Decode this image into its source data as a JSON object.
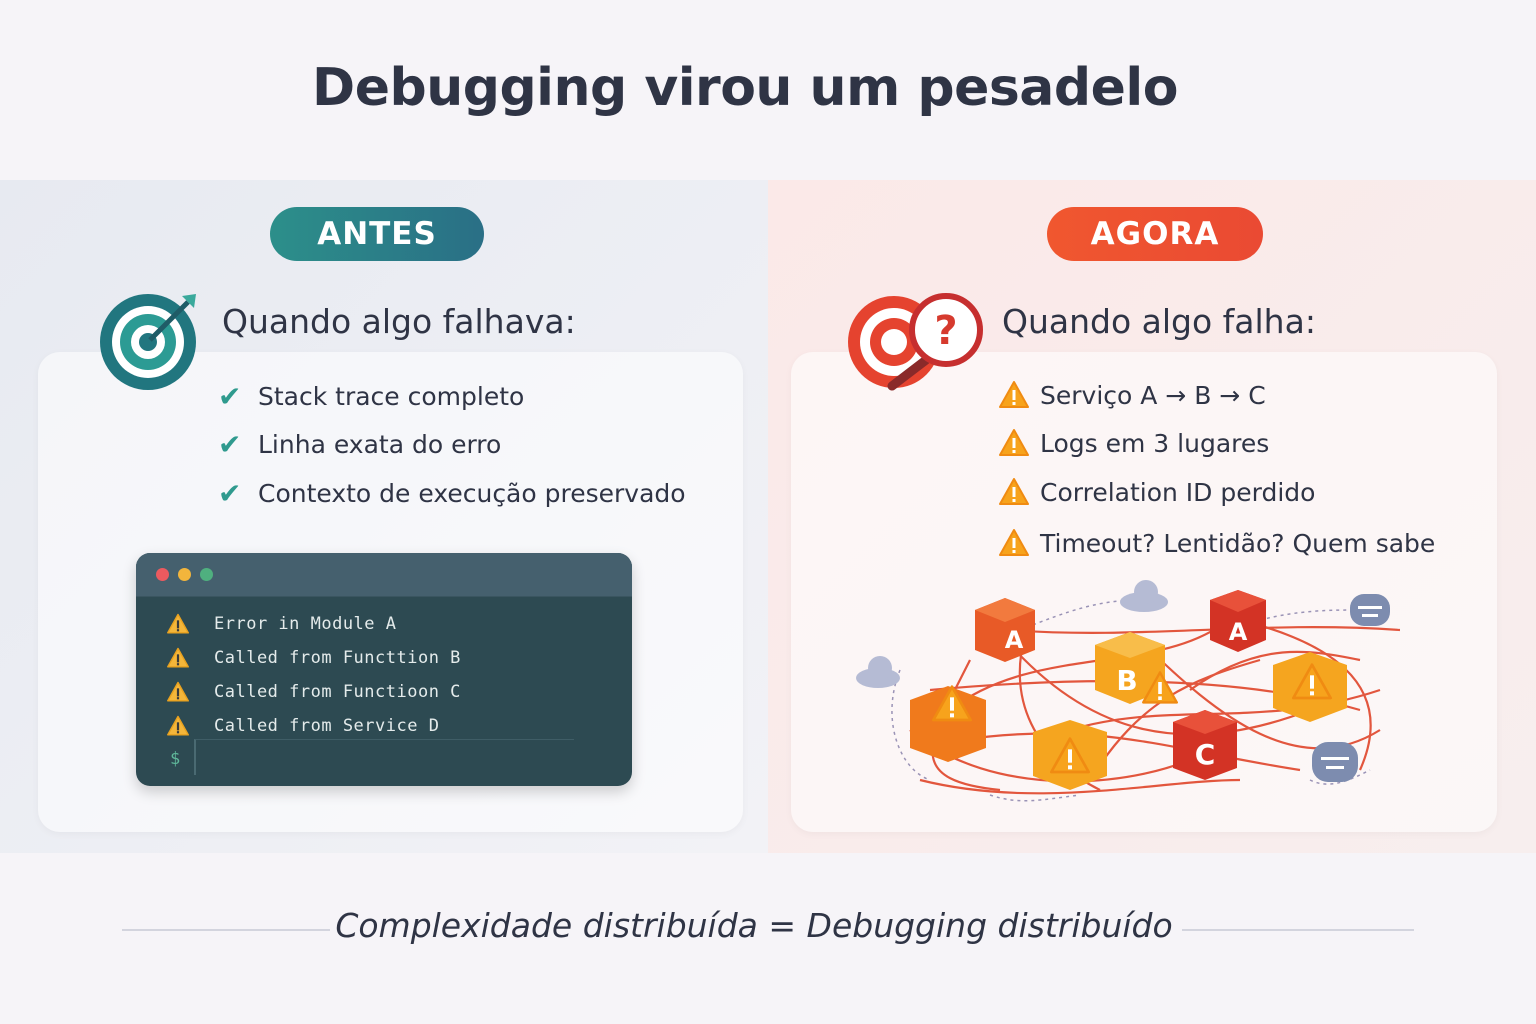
{
  "title": "Debugging virou um pesadelo",
  "antes": {
    "badge": "ANTES",
    "heading": "Quando algo falhava:",
    "items": [
      "Stack trace completo",
      "Linha exata do erro",
      "Contexto de execução preservado"
    ],
    "terminal": {
      "lines": [
        "Error in Module A",
        "Called from Functtion B",
        "Called from Functioon C",
        "Called from Service D"
      ],
      "prompt": "$"
    }
  },
  "agora": {
    "badge": "AGORA",
    "heading": "Quando algo falha:",
    "items": [
      "Serviço A → B → C",
      "Logs em 3 lugares",
      "Correlation ID perdido",
      "Timeout? Lentidão? Quem sabe"
    ],
    "network_nodes": [
      "A",
      "B",
      "A",
      "C"
    ]
  },
  "footer": "Complexidade distribuída = Debugging distribuído",
  "colors": {
    "teal": "#2c8f8a",
    "orange": "#f0572f",
    "warning": "#f7a31c",
    "text": "#2f3445"
  }
}
